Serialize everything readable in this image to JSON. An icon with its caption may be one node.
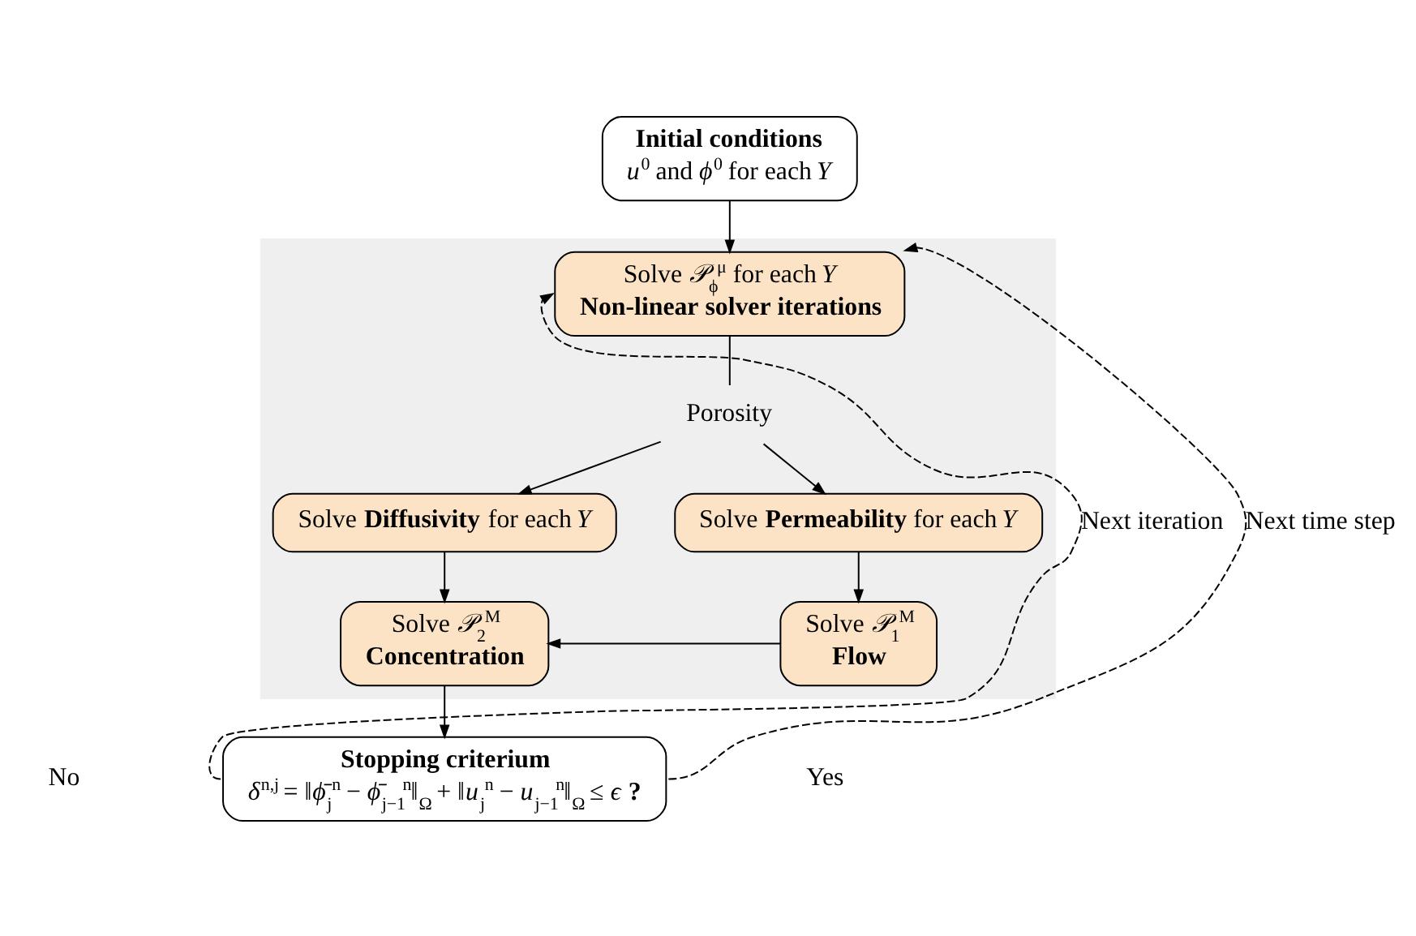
{
  "diagram": {
    "nodes": [
      {
        "text": [
          "Initial conditions",
          "*u*$^{0}$ and *ϕ*$^{0}$ for each *Y*"
        ]
      },
      {
        "text": [],
        "shape": "box"
      },
      {
        "text": [
          "Solve *𝒫*$_{ϕ}$$^{μ}$ for each *Y*",
          "Non-linear solver iterations"
        ],
        "in": 1
      },
      {
        "text": [
          "Porosity"
        ],
        "in": 1
      },
      {
        "text": [
          "Solve **Diffusivity** for each *Y*"
        ],
        "in": 1
      },
      {
        "text": [
          "Solve **Permeability** for each *Y*"
        ],
        "in": 1
      },
      {
        "text": [
          "Solve *𝒫*$_{2}$$^{M}$",
          "Concentration"
        ],
        "in": 1
      },
      {
        "text": [
          "Solve *𝒫*$_{1}$$^{M}$",
          "Flow"
        ],
        "in": 1
      },
      {
        "text": [
          "Stopping criterium",
          "*δ*$^{n,j}$ = ‖*ϕ̄*$_{j}$$^{n}$ − *ϕ̄*$_{j−1}$$^{n}$‖$_{Ω}$ + ‖*u*$_{j}$$^{n}$ − *u*$_{j−1}$$^{n}$‖$_{Ω}$ ≤ *ϵ* **?**"
        ]
      }
    ],
    "edges": [
      {
        "from": 0,
        "to": 2,
        "arrow": "to"
      },
      {
        "from": 2,
        "to": 3,
        "arrow": "none"
      },
      {
        "from": 3,
        "to": 4,
        "arrow": "to"
      },
      {
        "from": 3,
        "to": 5,
        "arrow": "to"
      },
      {
        "from": 4,
        "to": 6,
        "arrow": "to"
      },
      {
        "from": 5,
        "to": 7,
        "arrow": "to"
      },
      {
        "from": 7,
        "to": 6,
        "arrow": "to"
      },
      {
        "from": 6,
        "to": 8,
        "arrow": "to"
      },
      {
        "from": 8,
        "to": 2,
        "arrow": "to",
        "label": "Next iteration",
        "style": "dashed"
      },
      {
        "from": 8,
        "to": 2,
        "arrow": "to",
        "label": "Next time step",
        "style": "dashed"
      }
    ],
    "labels": [
      "No",
      "Yes"
    ]
  }
}
